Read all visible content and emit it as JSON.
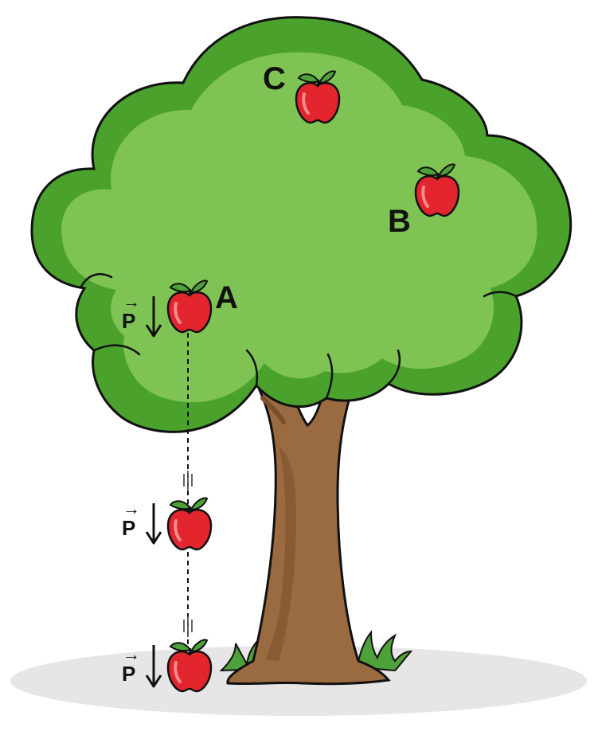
{
  "labels": {
    "point_a": "A",
    "point_b": "B",
    "point_c": "C"
  },
  "force": {
    "symbol": "P",
    "arrow_glyph": "→"
  },
  "colors": {
    "canopy_dark": "#4aa22c",
    "canopy_light": "#7fc354",
    "trunk": "#9a6a40",
    "trunk_shadow": "#7c4f2c",
    "apple": "#e3262e",
    "apple_highlight": "#f48a8a",
    "leaf": "#4fa23a",
    "ground": "#e6e6e6",
    "outline": "#111111"
  },
  "icons": [
    "apple-icon",
    "leaf-icon",
    "grass-icon",
    "motion-lines-icon",
    "weight-arrow-icon"
  ]
}
